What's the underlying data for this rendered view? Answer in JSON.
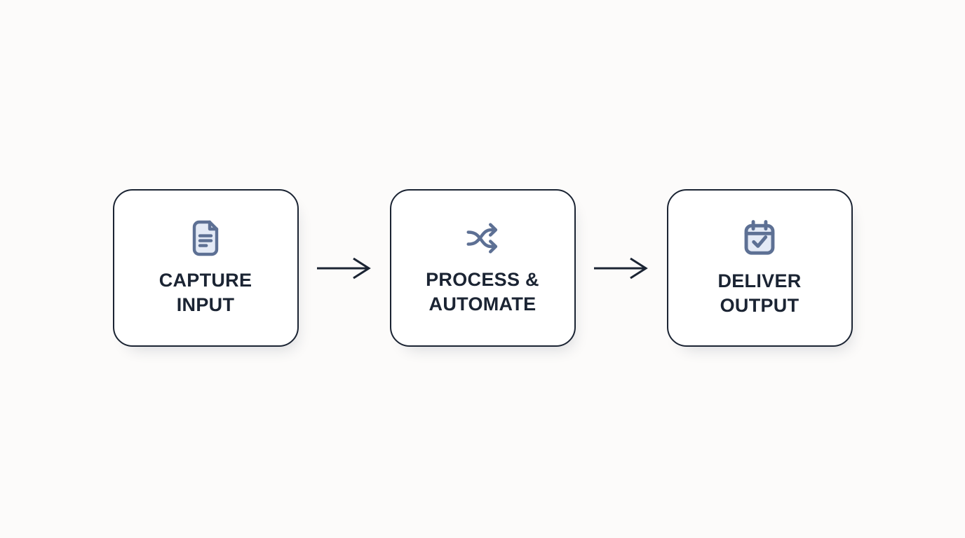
{
  "colors": {
    "page_background": "#fcfbfa",
    "box_background": "#ffffff",
    "outline": "#1b2433",
    "icon_stroke": "#5d7094",
    "icon_fill": "#e4eaf6"
  },
  "flow": {
    "steps": [
      {
        "icon": "document-icon",
        "line1": "CAPTURE",
        "line2": "INPUT"
      },
      {
        "icon": "shuffle-icon",
        "line1": "PROCESS &",
        "line2": "AUTOMATE"
      },
      {
        "icon": "calendar-check-icon",
        "line1": "DELIVER",
        "line2": "OUTPUT"
      }
    ],
    "connector": "right-arrow"
  }
}
